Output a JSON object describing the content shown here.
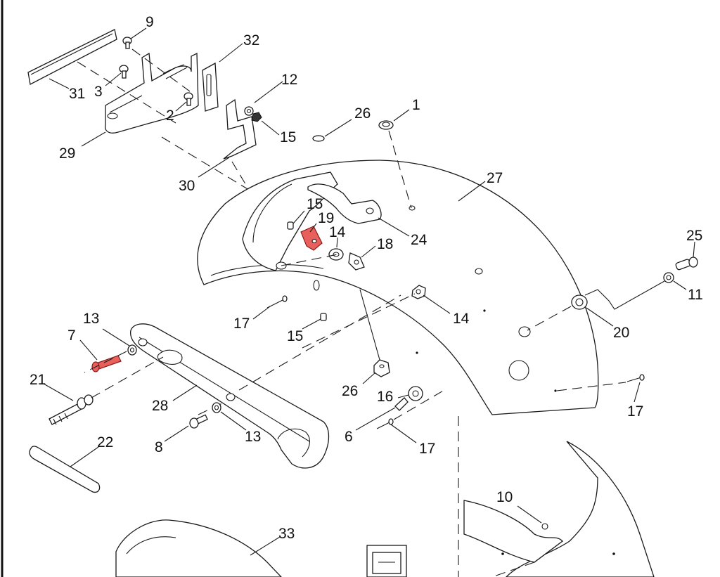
{
  "highlight_color": "#e8605c",
  "callouts": [
    {
      "id": "c9",
      "label": "9"
    },
    {
      "id": "c32",
      "label": "32"
    },
    {
      "id": "c31",
      "label": "31"
    },
    {
      "id": "c3",
      "label": "3"
    },
    {
      "id": "c12",
      "label": "12"
    },
    {
      "id": "c2",
      "label": "2"
    },
    {
      "id": "c15a",
      "label": "15"
    },
    {
      "id": "c29",
      "label": "29"
    },
    {
      "id": "c26a",
      "label": "26"
    },
    {
      "id": "c1",
      "label": "1"
    },
    {
      "id": "c27",
      "label": "27"
    },
    {
      "id": "c30",
      "label": "30"
    },
    {
      "id": "c15b",
      "label": "15"
    },
    {
      "id": "c19",
      "label": "19"
    },
    {
      "id": "c14a",
      "label": "14"
    },
    {
      "id": "c24",
      "label": "24"
    },
    {
      "id": "c18",
      "label": "18"
    },
    {
      "id": "c25",
      "label": "25"
    },
    {
      "id": "c11",
      "label": "11"
    },
    {
      "id": "c13a",
      "label": "13"
    },
    {
      "id": "c17a",
      "label": "17"
    },
    {
      "id": "c14b",
      "label": "14"
    },
    {
      "id": "c7",
      "label": "7"
    },
    {
      "id": "c15c",
      "label": "15"
    },
    {
      "id": "c20",
      "label": "20"
    },
    {
      "id": "c21",
      "label": "21"
    },
    {
      "id": "c26b",
      "label": "26"
    },
    {
      "id": "c16",
      "label": "16"
    },
    {
      "id": "c17b",
      "label": "17"
    },
    {
      "id": "c28",
      "label": "28"
    },
    {
      "id": "c6",
      "label": "6"
    },
    {
      "id": "c17c",
      "label": "17"
    },
    {
      "id": "c22",
      "label": "22"
    },
    {
      "id": "c8",
      "label": "8"
    },
    {
      "id": "c13b",
      "label": "13"
    },
    {
      "id": "c10",
      "label": "10"
    },
    {
      "id": "c33",
      "label": "33"
    }
  ]
}
